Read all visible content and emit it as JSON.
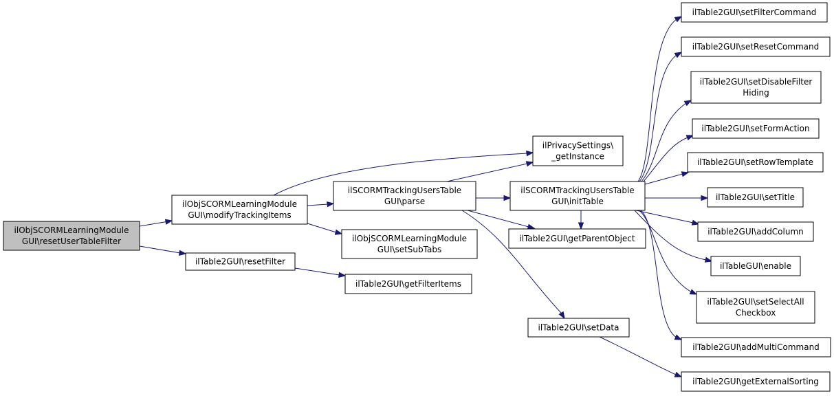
{
  "diagram": {
    "colors": {
      "node_fill": "#ffffff",
      "root_fill": "#bfbfbf",
      "node_stroke": "#000000",
      "edge": "#191970"
    },
    "nodes": [
      {
        "id": "root",
        "lines": [
          "ilObjSCORMLearningModule",
          "GUI\\resetUserTableFilter"
        ],
        "root": true
      },
      {
        "id": "modifyTrackingItems",
        "lines": [
          "ilObjSCORMLearningModule",
          "GUI\\modifyTrackingItems"
        ]
      },
      {
        "id": "resetFilter",
        "lines": [
          "ilTable2GUI\\resetFilter"
        ]
      },
      {
        "id": "parse",
        "lines": [
          "ilSCORMTrackingUsersTable",
          "GUI\\parse"
        ]
      },
      {
        "id": "setSubTabs",
        "lines": [
          "ilObjSCORMLearningModule",
          "GUI\\setSubTabs"
        ]
      },
      {
        "id": "getFilterItems",
        "lines": [
          "ilTable2GUI\\getFilterItems"
        ]
      },
      {
        "id": "getInstance",
        "lines": [
          "ilPrivacySettings\\",
          "_getInstance"
        ]
      },
      {
        "id": "initTable",
        "lines": [
          "ilSCORMTrackingUsersTable",
          "GUI\\initTable"
        ]
      },
      {
        "id": "getParentObject",
        "lines": [
          "ilTable2GUI\\getParentObject"
        ]
      },
      {
        "id": "setData",
        "lines": [
          "ilTable2GUI\\setData"
        ]
      },
      {
        "id": "setFilterCommand",
        "lines": [
          "ilTable2GUI\\setFilterCommand"
        ]
      },
      {
        "id": "setResetCommand",
        "lines": [
          "ilTable2GUI\\setResetCommand"
        ]
      },
      {
        "id": "setDisableFilterHiding",
        "lines": [
          "ilTable2GUI\\setDisableFilter",
          "Hiding"
        ]
      },
      {
        "id": "setFormAction",
        "lines": [
          "ilTable2GUI\\setFormAction"
        ]
      },
      {
        "id": "setRowTemplate",
        "lines": [
          "ilTable2GUI\\setRowTemplate"
        ]
      },
      {
        "id": "setTitle",
        "lines": [
          "ilTable2GUI\\setTitle"
        ]
      },
      {
        "id": "addColumn",
        "lines": [
          "ilTable2GUI\\addColumn"
        ]
      },
      {
        "id": "enable",
        "lines": [
          "ilTableGUI\\enable"
        ]
      },
      {
        "id": "setSelectAllCheckbox",
        "lines": [
          "ilTable2GUI\\setSelectAll",
          "Checkbox"
        ]
      },
      {
        "id": "addMultiCommand",
        "lines": [
          "ilTable2GUI\\addMultiCommand"
        ]
      },
      {
        "id": "getExternalSorting",
        "lines": [
          "ilTable2GUI\\getExternalSorting"
        ]
      }
    ],
    "edges": [
      {
        "from": "root",
        "to": "modifyTrackingItems"
      },
      {
        "from": "root",
        "to": "resetFilter"
      },
      {
        "from": "modifyTrackingItems",
        "to": "getInstance"
      },
      {
        "from": "modifyTrackingItems",
        "to": "parse"
      },
      {
        "from": "modifyTrackingItems",
        "to": "setSubTabs"
      },
      {
        "from": "resetFilter",
        "to": "getFilterItems"
      },
      {
        "from": "parse",
        "to": "getInstance"
      },
      {
        "from": "parse",
        "to": "initTable"
      },
      {
        "from": "parse",
        "to": "getParentObject"
      },
      {
        "from": "parse",
        "to": "setData"
      },
      {
        "from": "initTable",
        "to": "setFilterCommand"
      },
      {
        "from": "initTable",
        "to": "setResetCommand"
      },
      {
        "from": "initTable",
        "to": "setDisableFilterHiding"
      },
      {
        "from": "initTable",
        "to": "setFormAction"
      },
      {
        "from": "initTable",
        "to": "setRowTemplate"
      },
      {
        "from": "initTable",
        "to": "setTitle"
      },
      {
        "from": "initTable",
        "to": "addColumn"
      },
      {
        "from": "initTable",
        "to": "enable"
      },
      {
        "from": "initTable",
        "to": "setSelectAllCheckbox"
      },
      {
        "from": "initTable",
        "to": "addMultiCommand"
      },
      {
        "from": "initTable",
        "to": "getParentObject"
      },
      {
        "from": "setData",
        "to": "getExternalSorting"
      }
    ]
  }
}
